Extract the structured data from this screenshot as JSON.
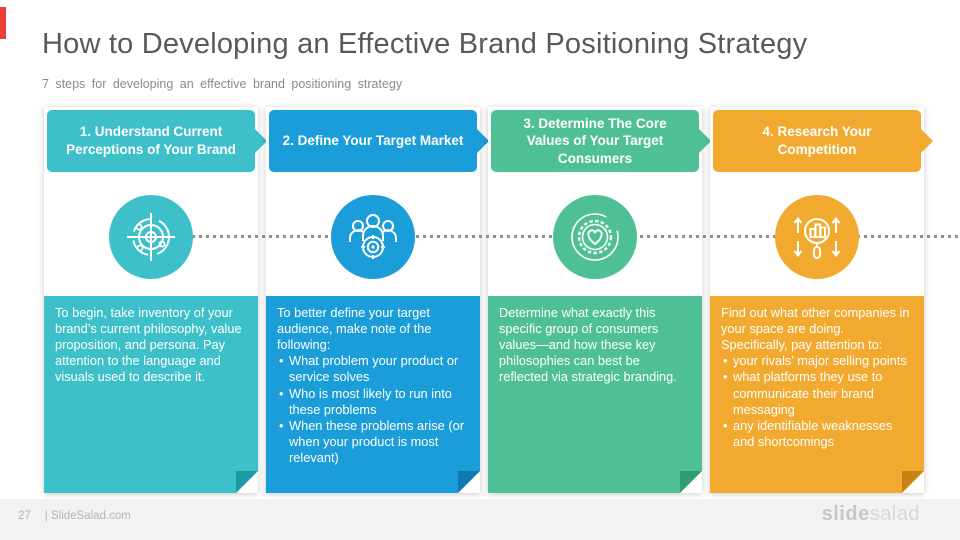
{
  "header": {
    "title": "How to Developing an Effective Brand Positioning Strategy",
    "subtitle": "7 steps for developing an effective brand positioning strategy"
  },
  "accent_color": "#ea4036",
  "connector": {
    "style": "dotted",
    "color": "#8f8f8f"
  },
  "steps": [
    {
      "title": "1. Understand Current Perceptions of Your Brand",
      "icon": "radar-target-icon",
      "color": "#3ec0ca",
      "fold_color": "#1d99a4",
      "intro": "To begin, take inventory of your brand’s current philosophy, value proposition, and persona. Pay attention to the language and visuals used to describe it.",
      "bullets": []
    },
    {
      "title": "2. Define Your Target Market",
      "icon": "target-audience-icon",
      "color": "#1b9dd9",
      "fold_color": "#0f7ab0",
      "intro": "To better define your target audience, make note of the following:",
      "bullets": [
        "What problem your product or service solves",
        "Who is most likely to run into these problems",
        "When these problems arise (or when your product is most relevant)"
      ]
    },
    {
      "title": "3. Determine The Core Values of Your Target Consumers",
      "icon": "heart-badge-icon",
      "color": "#4fc095",
      "fold_color": "#2e9d73",
      "intro": "Determine what exactly this specific group of consumers values—and how these key philosophies can best be reflected via strategic branding.",
      "bullets": []
    },
    {
      "title": "4. Research Your Competition",
      "icon": "research-magnifier-icon",
      "color": "#f2a930",
      "fold_color": "#c68312",
      "intro": "Find out what other companies in your space are doing. Specifically, pay attention to:",
      "bullets": [
        "your rivals’ major selling points",
        "what platforms they use to communicate their brand messaging",
        "any identifiable weaknesses and shortcomings"
      ]
    }
  ],
  "footer": {
    "page_number": "27",
    "source": "| SlideSalad.com",
    "logo_bold": "slide",
    "logo_light": "salad"
  }
}
